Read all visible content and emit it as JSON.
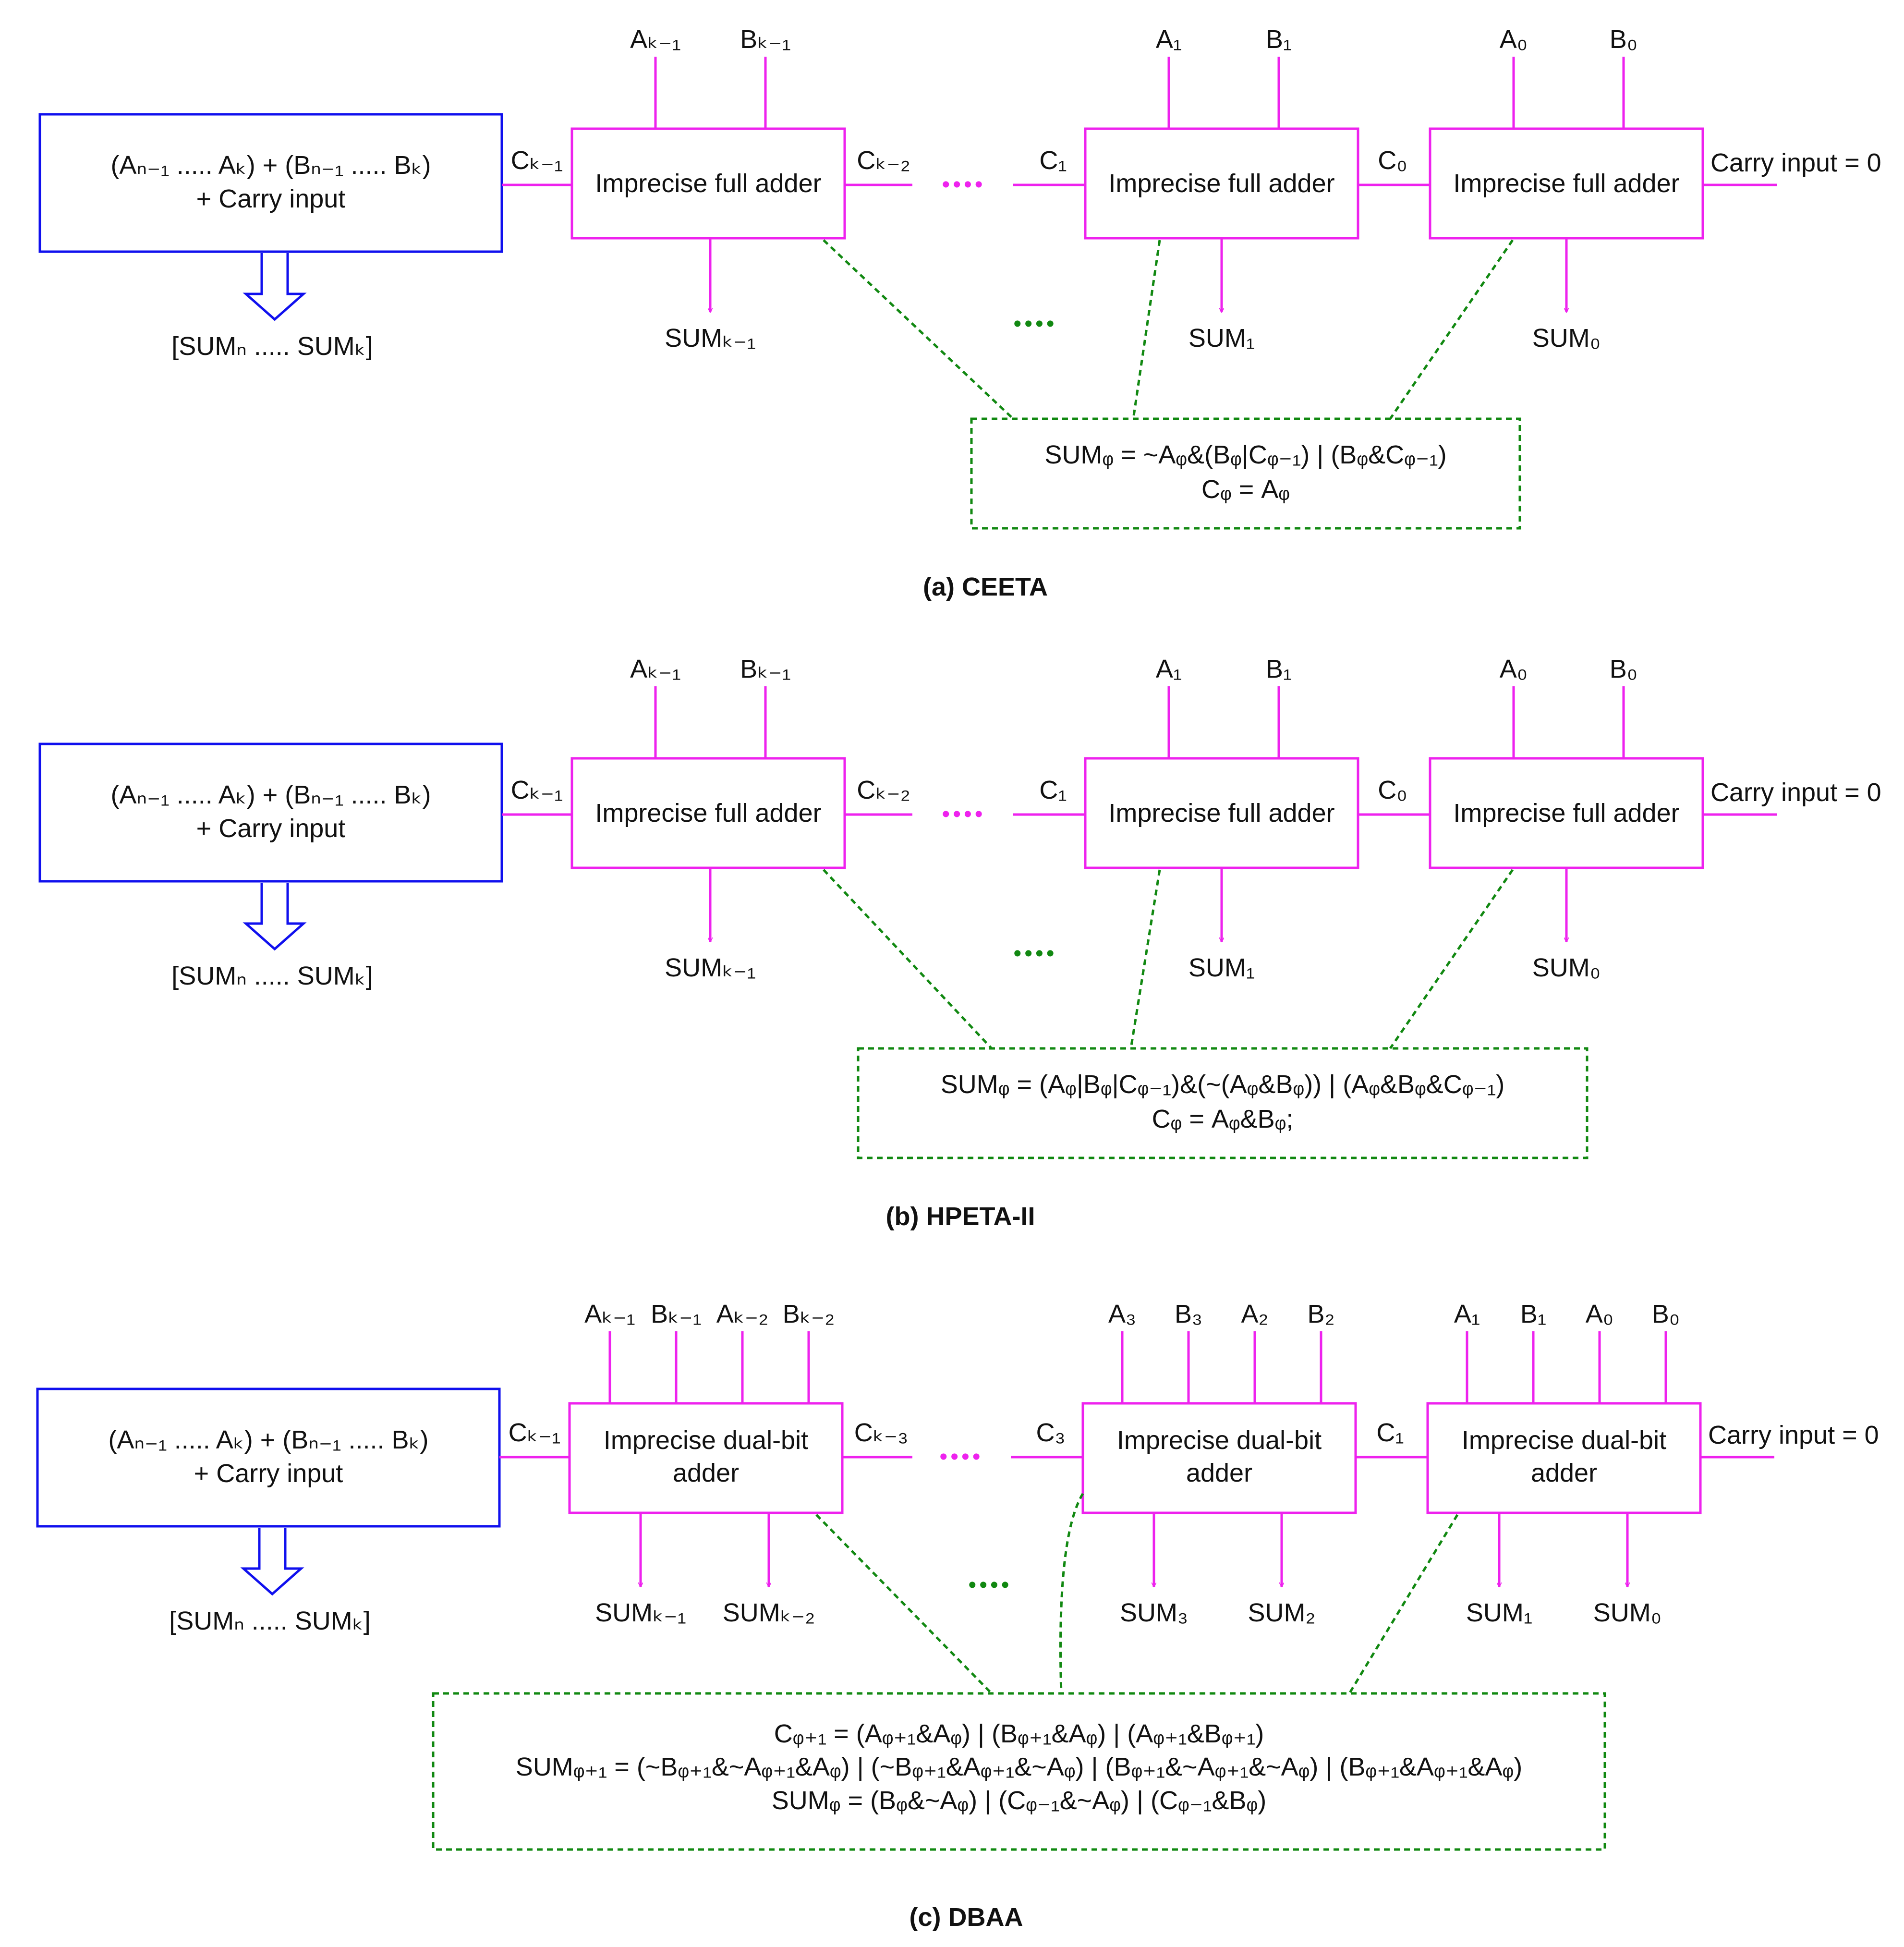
{
  "colors": {
    "lsb_block": "#1010ee",
    "adders": "#ee22ee",
    "logic_links": "#118811",
    "text": "#111111"
  },
  "common": {
    "msb_block_line1": "(Aₙ₋₁ ..... Aₖ) + (Bₙ₋₁ ..... Bₖ)",
    "msb_block_line2": "+ Carry input",
    "msb_output": "[SUMₙ ..... SUMₖ]",
    "carry_input_label": "Carry input = 0",
    "dots": "••••"
  },
  "panels": [
    {
      "caption": "(a) CEETA",
      "cell_label": "Imprecise full adder",
      "carry_labels": [
        "Cₖ₋₁",
        "Cₖ₋₂",
        "C₁",
        "C₀"
      ],
      "inputs": [
        "Aₖ₋₁",
        "Bₖ₋₁",
        "A₁",
        "B₁",
        "A₀",
        "B₀"
      ],
      "outputs": [
        "SUMₖ₋₁",
        "SUM₁",
        "SUM₀"
      ],
      "equations": [
        "SUMᵩ = ~Aᵩ&(Bᵩ|Cᵩ₋₁) | (Bᵩ&Cᵩ₋₁)",
        "Cᵩ = Aᵩ"
      ]
    },
    {
      "caption": "(b) HPETA-II",
      "cell_label": "Imprecise full adder",
      "carry_labels": [
        "Cₖ₋₁",
        "Cₖ₋₂",
        "C₁",
        "C₀"
      ],
      "inputs": [
        "Aₖ₋₁",
        "Bₖ₋₁",
        "A₁",
        "B₁",
        "A₀",
        "B₀"
      ],
      "outputs": [
        "SUMₖ₋₁",
        "SUM₁",
        "SUM₀"
      ],
      "equations": [
        "SUMᵩ = (Aᵩ|Bᵩ|Cᵩ₋₁)&(~(Aᵩ&Bᵩ)) | (Aᵩ&Bᵩ&Cᵩ₋₁)",
        "Cᵩ = Aᵩ&Bᵩ;"
      ]
    },
    {
      "caption": "(c) DBAA",
      "cell_label_line1": "Imprecise dual-bit",
      "cell_label_line2": "adder",
      "carry_labels": [
        "Cₖ₋₁",
        "Cₖ₋₃",
        "C₃",
        "C₁"
      ],
      "inputs": [
        "Aₖ₋₁",
        "Bₖ₋₁",
        "Aₖ₋₂",
        "Bₖ₋₂",
        "A₃",
        "B₃",
        "A₂",
        "B₂",
        "A₁",
        "B₁",
        "A₀",
        "B₀"
      ],
      "outputs": [
        "SUMₖ₋₁",
        "SUMₖ₋₂",
        "SUM₃",
        "SUM₂",
        "SUM₁",
        "SUM₀"
      ],
      "equations": [
        "Cᵩ₊₁ = (Aᵩ₊₁&Aᵩ) | (Bᵩ₊₁&Aᵩ) | (Aᵩ₊₁&Bᵩ₊₁)",
        "SUMᵩ₊₁ = (~Bᵩ₊₁&~Aᵩ₊₁&Aᵩ) | (~Bᵩ₊₁&Aᵩ₊₁&~Aᵩ) | (Bᵩ₊₁&~Aᵩ₊₁&~Aᵩ) | (Bᵩ₊₁&Aᵩ₊₁&Aᵩ)",
        "SUMᵩ = (Bᵩ&~Aᵩ) | (Cᵩ₋₁&~Aᵩ) | (Cᵩ₋₁&Bᵩ)"
      ]
    }
  ]
}
